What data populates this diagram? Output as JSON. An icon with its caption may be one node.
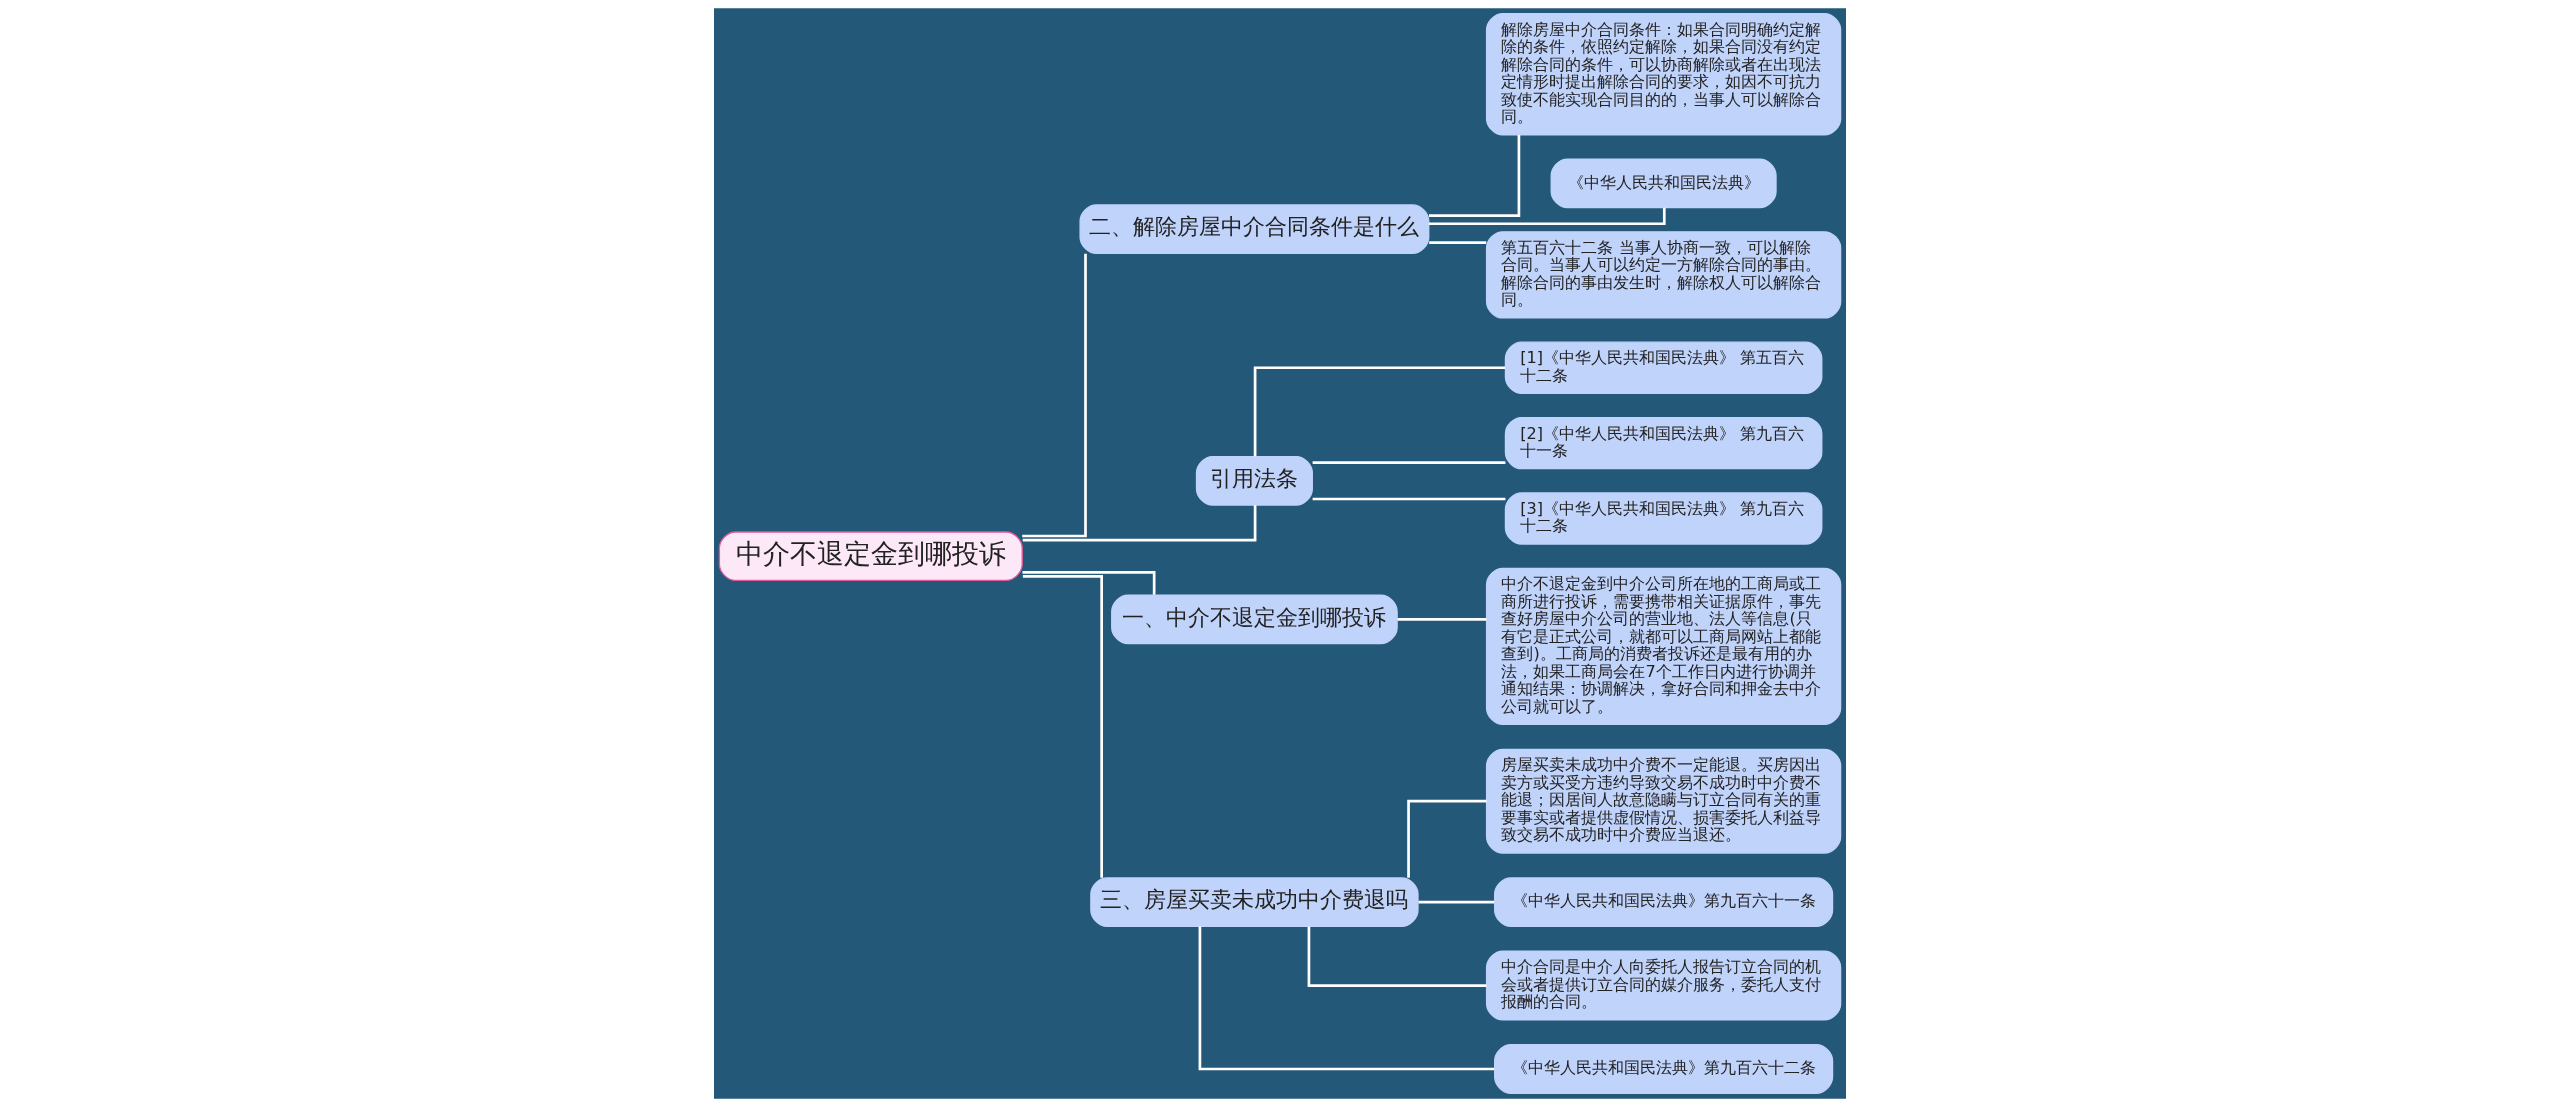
{
  "diagram": {
    "nodes": [
      {
        "text": [
          "中介不退定金到哪投诉"
        ]
      },
      {
        "text": [
          "二、解除房屋中介合同条件是什么"
        ]
      },
      {
        "text": [
          "解除房屋中介合同条件：如果合同明确约定解除的条件，依照约定解除，如果合同没有约定解除合同的条件，可以协商解除或者在出现法定情形时提出解除合同的要求，如因不可抗力致使不能实现合同目的的，当事人可以解除合同。"
        ]
      },
      {
        "text": [
          "《中华人民共和国民法典》"
        ]
      },
      {
        "text": [
          "第五百六十二条 当事人协商一致，可以解除合同。当事人可以约定一方解除合同的事由。解除合同的事由发生时，解除权人可以解除合同。"
        ]
      },
      {
        "text": [
          "引用法条"
        ]
      },
      {
        "text": [
          "[1]《中华人民共和国民法典》 第五百六十二条"
        ]
      },
      {
        "text": [
          "[2]《中华人民共和国民法典》 第九百六十一条"
        ]
      },
      {
        "text": [
          "[3]《中华人民共和国民法典》 第九百六十二条"
        ]
      },
      {
        "text": [
          "一、中介不退定金到哪投诉"
        ]
      },
      {
        "text": [
          "中介不退定金到中介公司所在地的工商局或工商所进行投诉，需要携带相关证据原件，事先查好房屋中介公司的营业地、法人等信息(只有它是正式公司，就都可以工商局网站上都能查到)。工商局的消费者投诉还是最有用的办法，如果工商局会在7个工作日内进行协调并通知结果：协调解决，拿好合同和押金去中介公司就可以了。"
        ]
      },
      {
        "text": [
          "三、房屋买卖未成功中介费退吗"
        ]
      },
      {
        "text": [
          "房屋买卖未成功中介费不一定能退。买房因出卖方或买受方违约导致交易不成功时中介费不能退；因居间人故意隐瞒与订立合同有关的重要事实或者提供虚假情况、损害委托人利益导致交易不成功时中介费应当退还。"
        ]
      },
      {
        "text": [
          "《中华人民共和国民法典》第九百六十一条"
        ]
      },
      {
        "text": [
          "中介合同是中介人向委托人报告订立合同的机会或者提供订立合同的媒介服务，委托人支付报酬的合同。"
        ]
      },
      {
        "text": [
          "《中华人民共和国民法典》第九百六十二条"
        ]
      }
    ],
    "edges": [
      {
        "from": 0,
        "to": 1,
        "arrow": "none"
      },
      {
        "from": 1,
        "to": 2,
        "arrow": "none"
      },
      {
        "from": 1,
        "to": 3,
        "arrow": "none"
      },
      {
        "from": 1,
        "to": 4,
        "arrow": "none"
      },
      {
        "from": 0,
        "to": 5,
        "arrow": "none"
      },
      {
        "from": 5,
        "to": 6,
        "arrow": "none"
      },
      {
        "from": 5,
        "to": 7,
        "arrow": "none"
      },
      {
        "from": 5,
        "to": 8,
        "arrow": "none"
      },
      {
        "from": 0,
        "to": 9,
        "arrow": "none"
      },
      {
        "from": 9,
        "to": 10,
        "arrow": "none"
      },
      {
        "from": 0,
        "to": 11,
        "arrow": "none"
      },
      {
        "from": 11,
        "to": 12,
        "arrow": "none"
      },
      {
        "from": 11,
        "to": 13,
        "arrow": "none"
      },
      {
        "from": 11,
        "to": 14,
        "arrow": "none"
      },
      {
        "from": 11,
        "to": 15,
        "arrow": "none"
      }
    ]
  }
}
